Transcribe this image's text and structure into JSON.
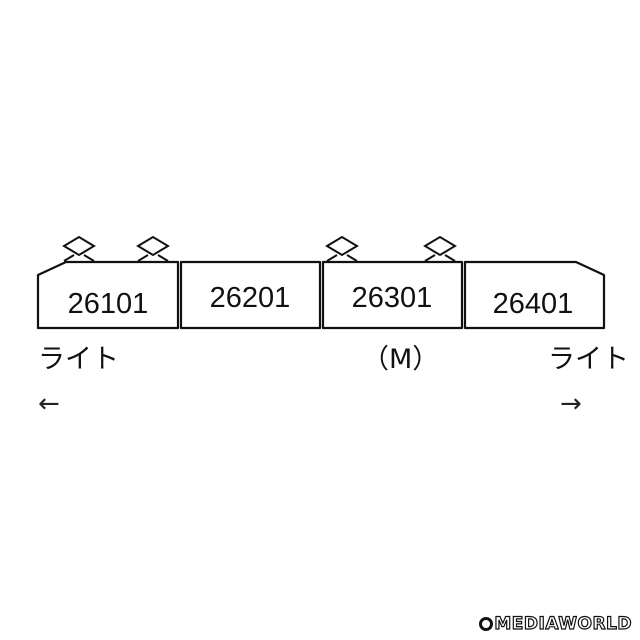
{
  "cars": [
    {
      "number": "26101",
      "pantographs": 2,
      "cab": "left"
    },
    {
      "number": "26201",
      "pantographs": 0,
      "cab": "none"
    },
    {
      "number": "26301",
      "pantographs": 2,
      "cab": "none"
    },
    {
      "number": "26401",
      "pantographs": 0,
      "cab": "right"
    }
  ],
  "labels": {
    "left_light": "ライト",
    "motor": "（M）",
    "right_light": "ライト",
    "left_arrow": "←",
    "right_arrow": "→"
  },
  "watermark": {
    "text": "MEDIAWORLD"
  },
  "colors": {
    "outline": "#111111",
    "background": "#ffffff"
  }
}
